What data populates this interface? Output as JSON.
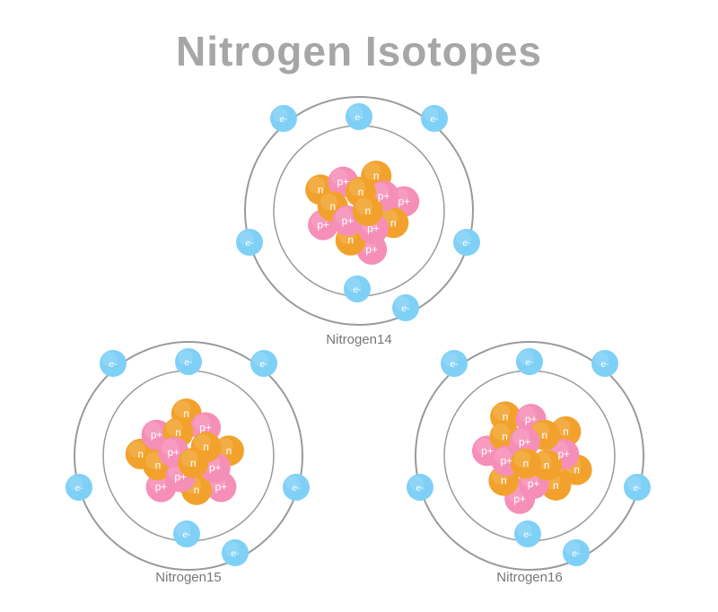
{
  "title": "Nitrogen Isotopes",
  "colors": {
    "proton": "#f68fb8",
    "neutron": "#f2a22c",
    "electron": "#7fd0f6",
    "orbit": "#9a9a9a"
  },
  "particle_labels": {
    "proton": "p+",
    "neutron": "n",
    "electron": "e-"
  },
  "atoms": [
    {
      "name": "Nitrogen14",
      "protons": 7,
      "neutrons": 7,
      "electrons": 7
    },
    {
      "name": "Nitrogen15",
      "protons": 7,
      "neutrons": 8,
      "electrons": 7
    },
    {
      "name": "Nitrogen16",
      "protons": 7,
      "neutrons": 9,
      "electrons": 7
    }
  ]
}
